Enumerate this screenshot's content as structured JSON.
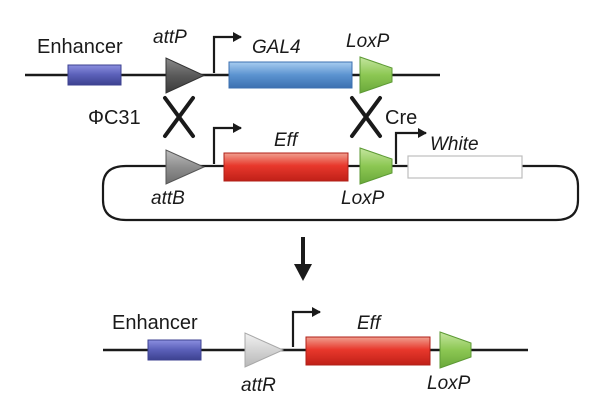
{
  "colors": {
    "enhancer": "#5a5fb8",
    "gal4": "#5b93d0",
    "eff": "#e8382c",
    "loxp": "#8cc753",
    "attP": "#5a5a5a",
    "attB": "#8e8e8e",
    "attR": "#d4d4d4",
    "white_gene": "#ffffff",
    "line": "#1a1a1a"
  },
  "top_construct": {
    "enhancer_label": "Enhancer",
    "attP_label": "attP",
    "gal4_label": "GAL4",
    "loxp_label": "LoxP",
    "icons": [
      "enhancer-box",
      "attP-triangle",
      "promoter-arrow",
      "gal4-gene",
      "loxp-triangle"
    ]
  },
  "recombinases": {
    "phiC31_label": "ΦC31",
    "cre_label": "Cre",
    "icons": [
      "cross-icon",
      "cross-icon"
    ]
  },
  "plasmid": {
    "eff_label": "Eff",
    "white_label": "White",
    "attB_label": "attB",
    "loxp_label": "LoxP",
    "icons": [
      "attB-triangle",
      "promoter-arrow",
      "eff-gene",
      "loxp-triangle",
      "promoter-arrow",
      "white-gene"
    ]
  },
  "result_arrow_icon": "down-arrow-icon",
  "bottom_construct": {
    "enhancer_label": "Enhancer",
    "eff_label": "Eff",
    "attR_label": "attR",
    "loxp_label": "LoxP",
    "icons": [
      "enhancer-box",
      "attR-triangle",
      "promoter-arrow",
      "eff-gene",
      "loxp-triangle"
    ]
  }
}
